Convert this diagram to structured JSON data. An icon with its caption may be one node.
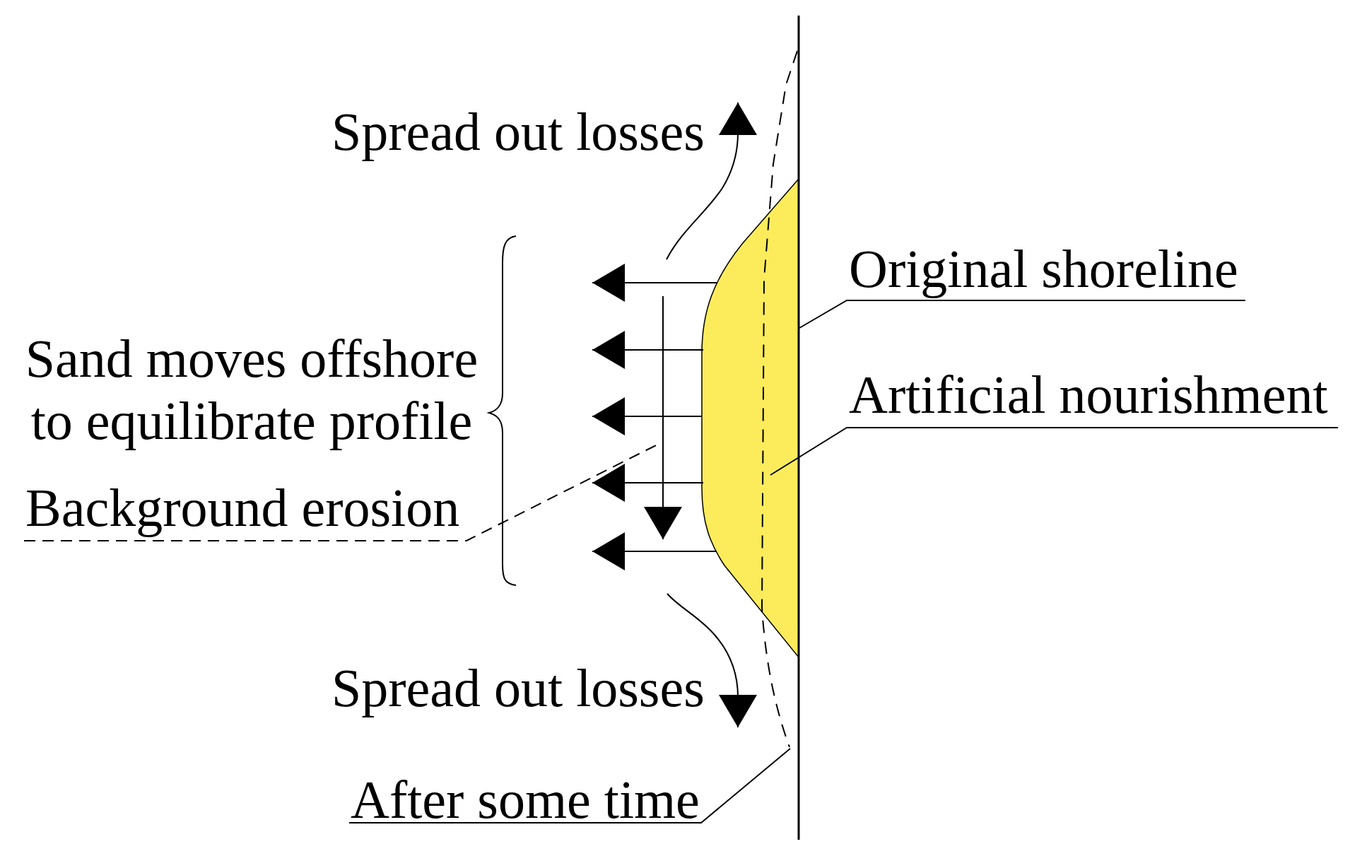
{
  "diagram": {
    "nodes": [
      {
        "text": [
          "Original shoreline"
        ]
      },
      {
        "text": [],
        "shape": "line"
      },
      {
        "text": [
          "Artificial nourishment"
        ]
      },
      {
        "text": [],
        "shape": "area"
      },
      {
        "text": [
          "Background erosion"
        ]
      },
      {
        "text": [],
        "shape": "arrow"
      },
      {
        "text": [
          "After some time"
        ]
      },
      {
        "text": [],
        "shape": "line"
      }
    ],
    "edges": [
      {
        "from": 0,
        "to": 1,
        "arrow": "none"
      },
      {
        "from": 2,
        "to": 3,
        "arrow": "none"
      },
      {
        "from": 4,
        "to": 5,
        "arrow": "none",
        "style": "dashed"
      },
      {
        "from": 6,
        "to": 7,
        "arrow": "none"
      }
    ],
    "labels": [
      "Spread out losses",
      "Sand moves offshore to equilibrate profile",
      "Spread out losses"
    ]
  }
}
